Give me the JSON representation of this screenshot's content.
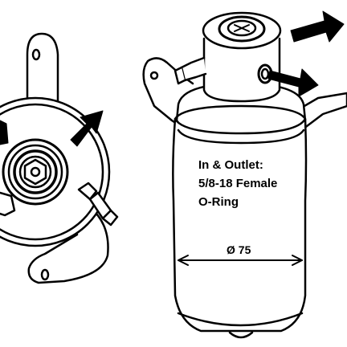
{
  "annotation": {
    "lines": [
      "In & Outlet:",
      "5/8-18 Female",
      "O-Ring"
    ],
    "diameter_label": "Ø 75"
  },
  "colors": {
    "line": "#000000",
    "fill": "#ffffff"
  }
}
